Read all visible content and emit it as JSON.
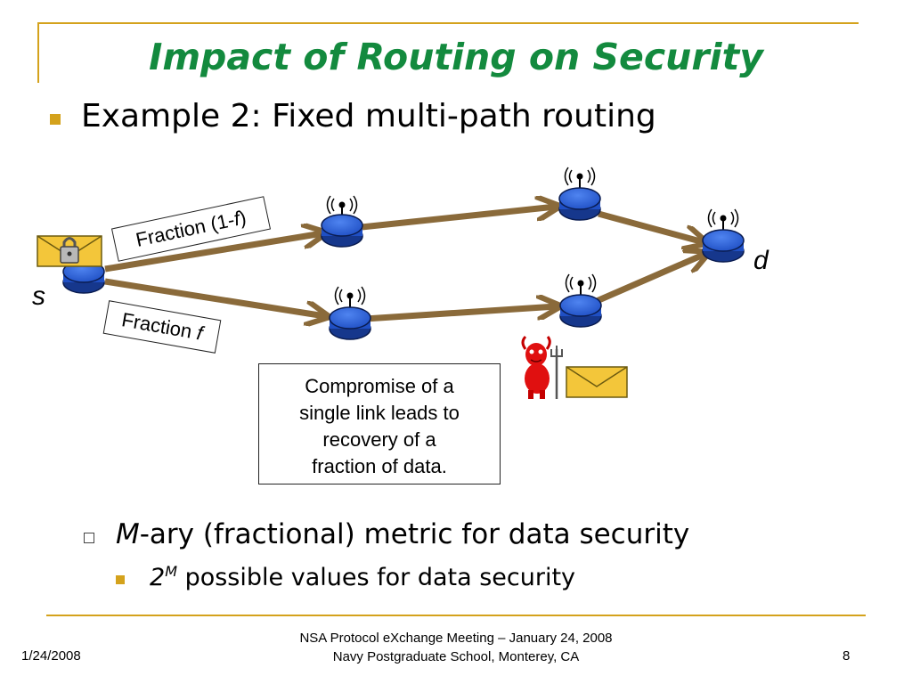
{
  "slide": {
    "title": "Impact of Routing on Security",
    "bullet": "Example 2: Fixed multi-path routing",
    "diagram": {
      "label_fraction_upper": "Fraction (1-",
      "label_fraction_upper_var": "f",
      "label_fraction_upper_end": ")",
      "label_fraction_lower": "Fraction ",
      "label_fraction_lower_var": "f",
      "source_label": "s",
      "dest_label": "d",
      "callout": [
        "Compromise of a",
        "single link leads to",
        "recovery of a",
        "fraction of data."
      ]
    },
    "sub_bullet_var": "M",
    "sub_bullet_text": "-ary (fractional) metric for data security",
    "sub_sub_base": "2",
    "sub_sub_exp": "M",
    "sub_sub_text": " possible values for data security"
  },
  "footer": {
    "date": "1/24/2008",
    "line1": "NSA Protocol eXchange Meeting – January 24, 2008",
    "line2": "Navy Postgraduate School, Monterey, CA",
    "page": "8"
  },
  "colors": {
    "title": "#138a3e",
    "accent": "#d4a21c",
    "node": "#2d5fd6",
    "arrow": "#8a6a3a"
  }
}
